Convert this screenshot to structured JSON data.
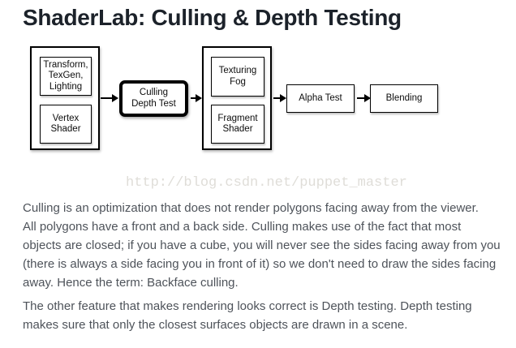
{
  "header": {
    "title": "ShaderLab: Culling & Depth Testing"
  },
  "diagram": {
    "transform_label": "Transform,\nTexGen,\nLighting",
    "vertex_shader_label": "Vertex\nShader",
    "culling_label": "Culling\nDepth Test",
    "texturing_label": "Texturing\nFog",
    "fragment_shader_label": "Fragment\nShader",
    "alpha_test_label": "Alpha Test",
    "blending_label": "Blending"
  },
  "watermark": {
    "text": "http://blog.csdn.net/puppet_master"
  },
  "content": {
    "paragraph_culling": {
      "lines": [
        "Culling is an optimization that does not render polygons facing away from the viewer.",
        "All polygons have a front and a back side. Culling makes use of the fact that most",
        "objects are closed; if you have a cube, you will never see the sides facing away from you",
        "(there is always a side facing you in front of it) so we don't need to draw the sides facing",
        "away. Hence the term: Backface culling."
      ]
    },
    "paragraph_depth": {
      "lines": [
        "The other feature that makes rendering looks correct is Depth testing. Depth testing",
        "makes sure that only the closest surfaces objects are drawn in a scene."
      ]
    }
  },
  "colors": {
    "title_text": "#1c222a",
    "body_text": "#4e535a",
    "watermark_text": "#dfddd8",
    "diagram_ink": "#000000",
    "background": "#ffffff"
  }
}
